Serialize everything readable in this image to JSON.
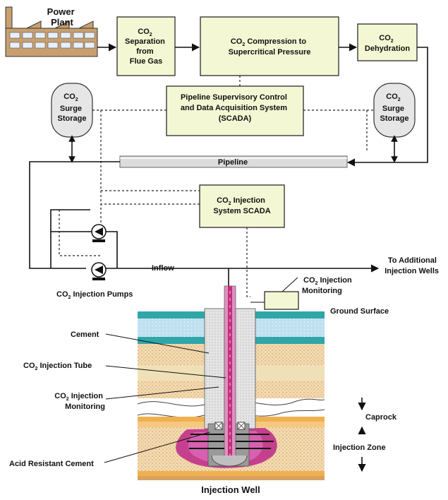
{
  "title": "Injection Well",
  "boxes": {
    "power_plant": [
      "Power",
      "Plant"
    ],
    "separation": [
      "CO",
      "2",
      "Separation",
      "from",
      "Flue Gas"
    ],
    "compression": [
      "CO",
      "2",
      " Compression to",
      "Supercritical Pressure"
    ],
    "dehydration": [
      "CO",
      "2",
      "Dehydration"
    ],
    "scada": [
      "Pipeline Supervisory Control",
      "and Data Acquisition System",
      "(SCADA)"
    ],
    "injection_scada": [
      "CO",
      "2",
      " Injection",
      "System SCADA"
    ],
    "surge_left": [
      "CO",
      "2",
      "Surge",
      "Storage"
    ],
    "surge_right": [
      "CO",
      "2",
      "Surge",
      "Storage"
    ]
  },
  "labels": {
    "pipeline": "Pipeline",
    "inflow": "Inflow",
    "additional": [
      "To Additional",
      "Injection Wells"
    ],
    "pumps": [
      "CO",
      "2",
      " Injection Pumps"
    ],
    "monitoring_top": [
      "CO",
      "2",
      " Injection",
      "Monitoring"
    ],
    "ground_surface": "Ground Surface",
    "cement": "Cement",
    "injection_tube": [
      "CO",
      "2",
      " Injection Tube"
    ],
    "monitoring_left": [
      "CO",
      "2",
      " Injection",
      "Monitoring"
    ],
    "caprock": "Caprock",
    "injection_zone": "Injection Zone",
    "acid_cement": "Acid Resistant Cement"
  },
  "colors": {
    "box_fill": "#f4f7d3",
    "factory": "#c8a070",
    "surge": "#e6e6e6",
    "soil_tan": "#f0d2a0",
    "soil_blue": "#bfe0f0",
    "soil_teal": "#2fa6a8",
    "caprock_band": "#f0b050",
    "injection_pink": "#c0308c",
    "well_tube": "#c0307a"
  }
}
